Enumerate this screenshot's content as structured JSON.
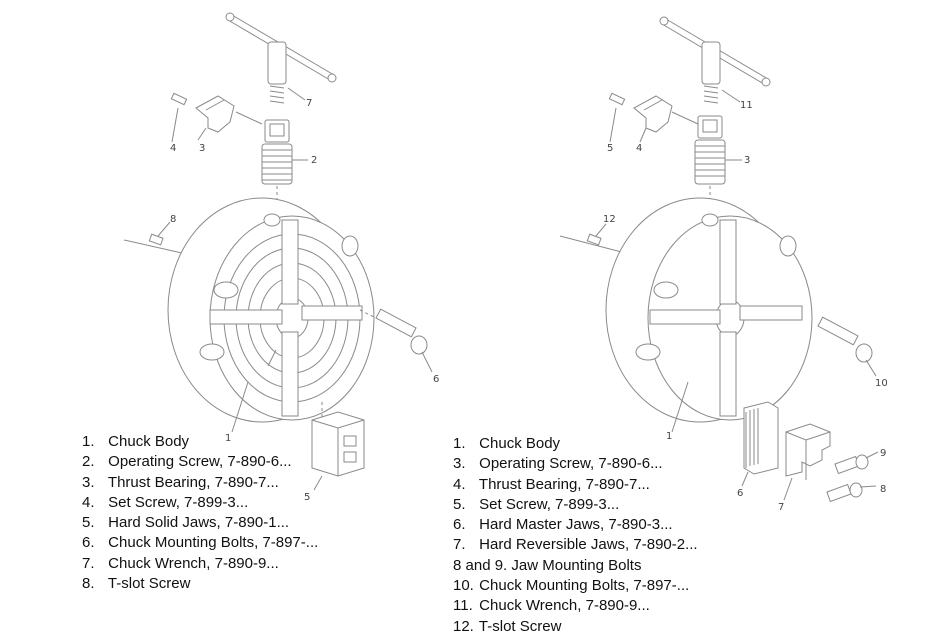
{
  "left_diagram": {
    "callouts": {
      "wrench": "7",
      "screw": "2",
      "bearing": "3",
      "set_screw": "4",
      "tslot": "8",
      "bolt": "6",
      "body": "1",
      "jaw": "5"
    },
    "legend": [
      {
        "num": "1.",
        "text": "Chuck Body"
      },
      {
        "num": "2.",
        "text": "Operating Screw, 7-890-6..."
      },
      {
        "num": "3.",
        "text": "Thrust Bearing, 7-890-7..."
      },
      {
        "num": "4.",
        "text": "Set Screw, 7-899-3..."
      },
      {
        "num": "5.",
        "text": "Hard Solid Jaws, 7-890-1..."
      },
      {
        "num": "6.",
        "text": "Chuck Mounting Bolts, 7-897-..."
      },
      {
        "num": "7.",
        "text": "Chuck Wrench, 7-890-9..."
      },
      {
        "num": "8.",
        "text": "T-slot Screw"
      }
    ]
  },
  "right_diagram": {
    "callouts": {
      "wrench": "11",
      "screw": "3",
      "bearing": "4",
      "set_screw": "5",
      "tslot": "12",
      "bolt": "10",
      "body": "1",
      "master_jaw": "6",
      "reversible_jaw": "7",
      "jaw_bolt_a": "9",
      "jaw_bolt_b": "8"
    },
    "legend": [
      {
        "num": "1.",
        "text": "Chuck Body"
      },
      {
        "num": "3.",
        "text": "Operating Screw, 7-890-6..."
      },
      {
        "num": "4.",
        "text": "Thrust Bearing, 7-890-7..."
      },
      {
        "num": "5.",
        "text": "Set Screw, 7-899-3..."
      },
      {
        "num": "6.",
        "text": "Hard Master Jaws, 7-890-3..."
      },
      {
        "num": "7.",
        "text": "Hard Reversible Jaws, 7-890-2..."
      },
      {
        "num": "8 and 9.",
        "text": "Jaw Mounting Bolts"
      },
      {
        "num": "10.",
        "text": "Chuck Mounting Bolts, 7-897-..."
      },
      {
        "num": "11.",
        "text": "Chuck Wrench, 7-890-9..."
      },
      {
        "num": "12.",
        "text": "T-slot Screw"
      }
    ]
  }
}
